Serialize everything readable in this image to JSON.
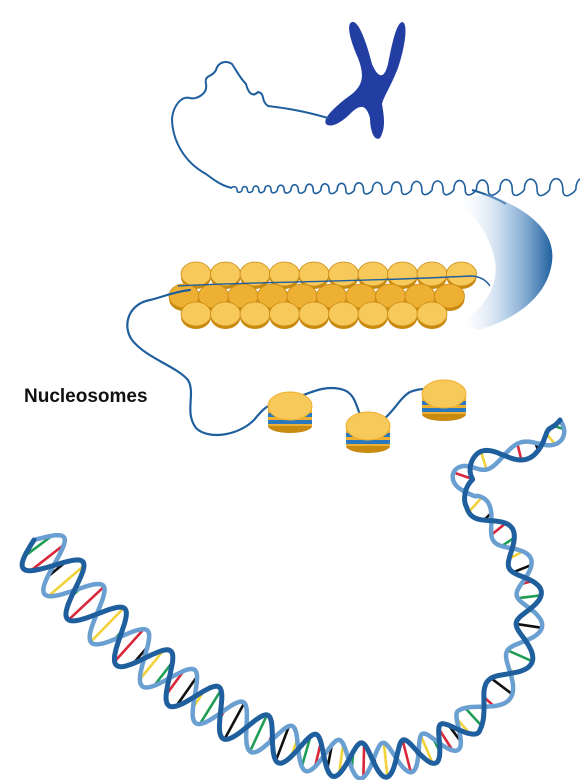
{
  "labels": {
    "nucleosomes": "Nucleosomes"
  },
  "diagram": {
    "levels": [
      "chromosome",
      "looped-chromatin-fiber",
      "solenoid-30nm-fiber",
      "beads-on-a-string",
      "dna-double-helix"
    ]
  },
  "colors": {
    "strand_blue": "#1f5f9e",
    "chromosome": "#233ea3",
    "histone_light": "#f7c95a",
    "histone_mid": "#eeb032",
    "histone_dark": "#c98a12",
    "wrap_blue": "#2a78c0",
    "base_green": "#1f9d55",
    "base_red": "#d8283a",
    "base_black": "#111111",
    "base_yellow": "#f1d23a"
  }
}
